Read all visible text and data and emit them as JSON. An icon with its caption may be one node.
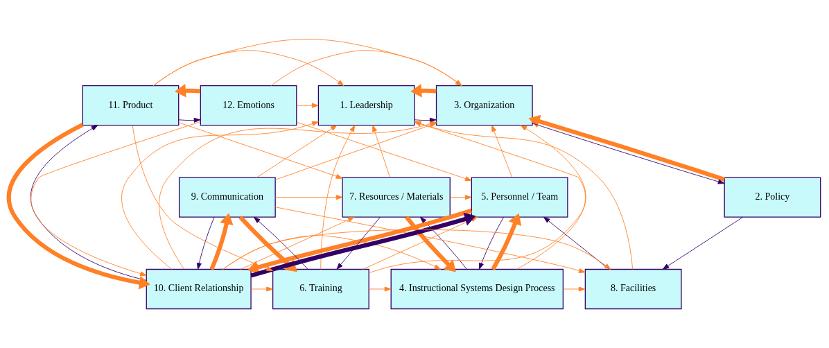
{
  "diagram": {
    "nodes": [
      {
        "text": [
          "1. Leadership"
        ]
      },
      {
        "text": [
          "2. Policy"
        ]
      },
      {
        "text": [
          "3. Organization"
        ]
      },
      {
        "text": [
          "4. Instructional Systems Design Process"
        ]
      },
      {
        "text": [
          "5. Personnel / Team"
        ]
      },
      {
        "text": [
          "6. Training"
        ]
      },
      {
        "text": [
          "7. Resources / Materials"
        ]
      },
      {
        "text": [
          "8. Facilities"
        ]
      },
      {
        "text": [
          "9. Communication"
        ]
      },
      {
        "text": [
          "10. Client Relationship"
        ]
      },
      {
        "text": [
          "11. Product"
        ]
      },
      {
        "text": [
          "12. Emotions"
        ]
      }
    ],
    "edges": [
      {
        "from": 0,
        "to": 2,
        "arrow": "to",
        "color": "#330066"
      },
      {
        "from": 10,
        "to": 11,
        "arrow": "to",
        "color": "#330066"
      },
      {
        "from": 1,
        "to": 7,
        "arrow": "to",
        "color": "#330066"
      },
      {
        "from": 4,
        "to": 3,
        "arrow": "to",
        "color": "#330066"
      },
      {
        "from": 6,
        "to": 5,
        "arrow": "to",
        "color": "#330066"
      },
      {
        "from": 8,
        "to": 9,
        "arrow": "to",
        "color": "#330066"
      },
      {
        "from": 2,
        "to": 1,
        "arrow": "to",
        "color": "#330066"
      },
      {
        "from": 7,
        "to": 4,
        "arrow": "to",
        "color": "#330066"
      },
      {
        "from": 3,
        "to": 6,
        "arrow": "to",
        "color": "#330066"
      },
      {
        "from": 5,
        "to": 8,
        "arrow": "to",
        "color": "#330066"
      },
      {
        "from": 9,
        "to": 10,
        "arrow": "to",
        "color": "#330066"
      },
      {
        "from": 9,
        "to": 4,
        "arrow": "to",
        "style": "thick",
        "color": "#330066"
      },
      {
        "from": 1,
        "to": 2,
        "arrow": "to",
        "style": "thick"
      },
      {
        "from": 3,
        "to": 4,
        "arrow": "to",
        "style": "thick"
      },
      {
        "from": 4,
        "to": 9,
        "arrow": "to",
        "style": "thick"
      },
      {
        "from": 6,
        "to": 3,
        "arrow": "to",
        "style": "thick"
      },
      {
        "from": 8,
        "to": 5,
        "arrow": "to",
        "style": "thick"
      },
      {
        "from": 9,
        "to": 8,
        "arrow": "to",
        "style": "thick"
      },
      {
        "from": 10,
        "to": 9,
        "arrow": "to",
        "style": "thick"
      },
      {
        "from": 2,
        "to": 0,
        "arrow": "to",
        "style": "thick"
      },
      {
        "from": 11,
        "to": 10,
        "arrow": "to",
        "style": "thick"
      },
      {
        "from": 6,
        "to": 4,
        "arrow": "to"
      },
      {
        "from": 8,
        "to": 6,
        "arrow": "to"
      },
      {
        "from": 10,
        "to": 6,
        "arrow": "to"
      },
      {
        "from": 11,
        "to": 4,
        "arrow": "to"
      },
      {
        "from": 5,
        "to": 3,
        "arrow": "to"
      },
      {
        "from": 9,
        "to": 5,
        "arrow": "to"
      },
      {
        "from": 3,
        "to": 7,
        "arrow": "to"
      },
      {
        "from": 9,
        "to": 7,
        "arrow": "to"
      },
      {
        "from": 11,
        "to": 9,
        "arrow": "to"
      },
      {
        "from": 9,
        "to": 3,
        "arrow": "to"
      },
      {
        "from": 9,
        "to": 6,
        "arrow": "to"
      },
      {
        "from": 8,
        "to": 7,
        "arrow": "to"
      },
      {
        "from": 10,
        "to": 5,
        "arrow": "to"
      },
      {
        "from": 5,
        "to": 4,
        "arrow": "to"
      },
      {
        "from": 8,
        "to": 0,
        "arrow": "to"
      },
      {
        "from": 6,
        "to": 0,
        "arrow": "to"
      },
      {
        "from": 9,
        "to": 0,
        "arrow": "to"
      },
      {
        "from": 5,
        "to": 0,
        "arrow": "to"
      },
      {
        "from": 10,
        "to": 0,
        "arrow": "to"
      },
      {
        "from": 11,
        "to": 0,
        "arrow": "to"
      },
      {
        "from": 3,
        "to": 0,
        "arrow": "to"
      },
      {
        "from": 7,
        "to": 0,
        "arrow": "to"
      },
      {
        "from": 4,
        "to": 2,
        "arrow": "to"
      },
      {
        "from": 8,
        "to": 2,
        "arrow": "to"
      },
      {
        "from": 10,
        "to": 2,
        "arrow": "to"
      },
      {
        "from": 11,
        "to": 2,
        "arrow": "to"
      },
      {
        "from": 9,
        "to": 2,
        "arrow": "to"
      },
      {
        "from": 5,
        "to": 2,
        "arrow": "to"
      }
    ]
  }
}
